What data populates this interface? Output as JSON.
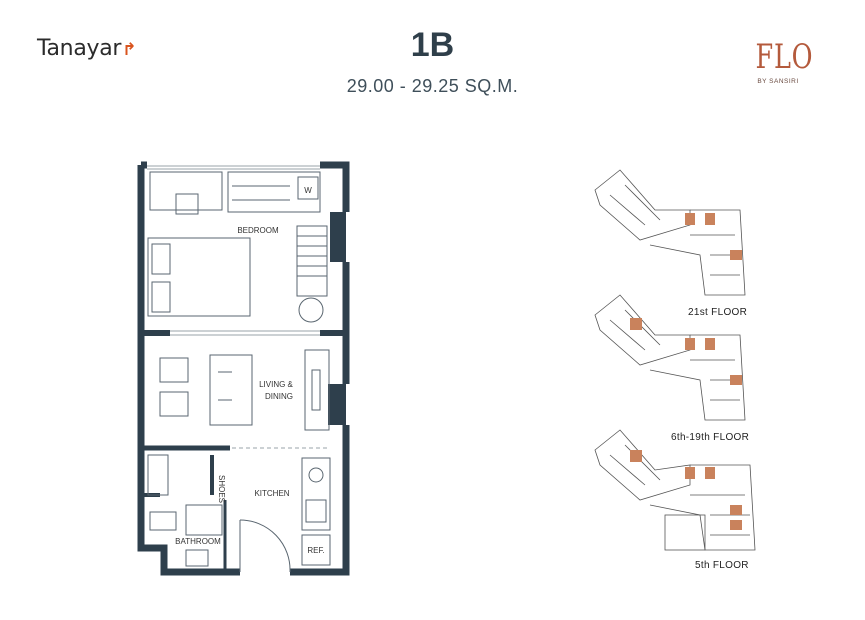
{
  "header": {
    "logo_text": "Tanayar",
    "logo_arrow": "↱",
    "title": "1B",
    "subtitle": "29.00 - 29.25 SQ.M.",
    "brand_name": "FLO",
    "brand_tagline": "BY SANSIRI"
  },
  "floor_plan": {
    "rooms": {
      "bedroom": "BEDROOM",
      "living_line1": "LIVING &",
      "living_line2": "DINING",
      "kitchen": "KITCHEN",
      "bathroom": "BATHROOM",
      "washer": "W",
      "fridge": "REF.",
      "shoes": "SHOES"
    }
  },
  "key_plans": [
    {
      "label": "21st FLOOR"
    },
    {
      "label": "6th-19th FLOOR"
    },
    {
      "label": "5th FLOOR"
    }
  ],
  "colors": {
    "wall": "#2e3f4c",
    "accent": "#c9825c",
    "title": "#2f3f4a",
    "brand": "#b45a3c"
  }
}
